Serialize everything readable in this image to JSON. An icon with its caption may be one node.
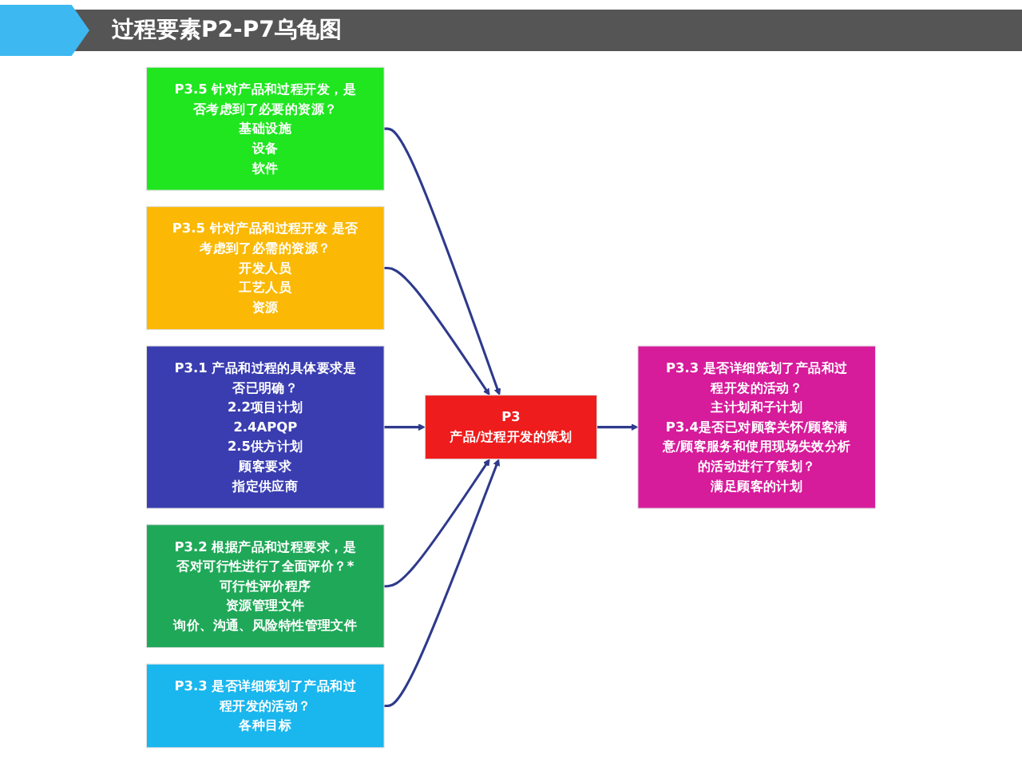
{
  "diagram": {
    "title": "过程要素P2-P7乌龟图",
    "nodes": [
      {
        "text": [
          "P3.5 针对产品和过程开发，是否考虑到了必要的资源？",
          "基础设施",
          "设备",
          "软件"
        ]
      },
      {
        "text": [
          "P3.5 针对产品和过程开发 是否考虑到了必需的资源？",
          "开发人员",
          "工艺人员",
          "资源"
        ]
      },
      {
        "text": [
          "P3.1 产品和过程的具体要求是否已明确？",
          "2.2项目计划",
          "2.4APQP",
          "2.5供方计划",
          "顾客要求",
          "指定供应商"
        ]
      },
      {
        "text": [
          "P3",
          "产品/过程开发的策划"
        ]
      },
      {
        "text": [
          "P3.3 是否详细策划了产品和过程开发的活动？",
          "主计划和子计划",
          "P3.4是否已对顾客关怀/顾客满意/顾客服务和使用现场失效分析的活动进行了策划？",
          "满足顾客的计划"
        ]
      },
      {
        "text": [
          "P3.2 根据产品和过程要求，是否对可行性进行了全面评价？*",
          "可行性评价程序",
          "资源管理文件",
          "询价、沟通、风险特性管理文件"
        ]
      },
      {
        "text": [
          "P3.3 是否详细策划了产品和过程开发的活动？",
          "各种目标"
        ]
      }
    ],
    "edges": [
      {
        "from": 0,
        "to": 3,
        "arrow": "to"
      },
      {
        "from": 1,
        "to": 3,
        "arrow": "to"
      },
      {
        "from": 2,
        "to": 3,
        "arrow": "to"
      },
      {
        "from": 3,
        "to": 4,
        "arrow": "to"
      },
      {
        "from": 5,
        "to": 3,
        "arrow": "to"
      },
      {
        "from": 6,
        "to": 3,
        "arrow": "to"
      }
    ]
  }
}
